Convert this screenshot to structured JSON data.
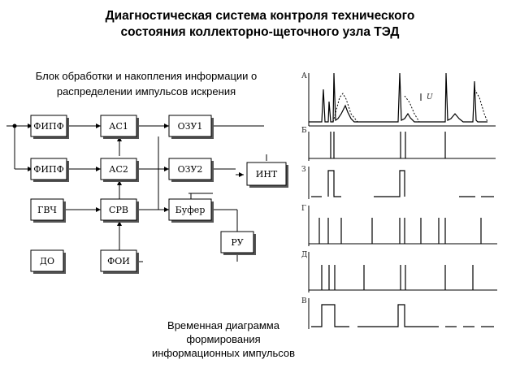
{
  "title_line1": "Диагностическая система контроля технического",
  "title_line2": "состояния коллекторно-щеточного узла ТЭД",
  "subtitle_line1": "Блок обработки и накопления информации о",
  "subtitle_line2": "распределении импульсов искрения",
  "caption_line1": "Временная диаграмма",
  "caption_line2": "формирования",
  "caption_line3": "информационных импульсов",
  "blocks": {
    "fipf1": "ФИПФ",
    "ac1": "АС1",
    "ozu1": "ОЗУ1",
    "fipf2": "ФИПФ",
    "ac2": "АС2",
    "ozu2": "ОЗУ2",
    "int": "ИНТ",
    "gvch": "ГВЧ",
    "srv": "СРВ",
    "bufer": "Буфер",
    "ru": "РУ",
    "do": "ДО",
    "foi": "ФОИ"
  },
  "timing_rows": [
    "А",
    "Б",
    "З",
    "Г",
    "Д",
    "В"
  ],
  "trace_marker": "U"
}
